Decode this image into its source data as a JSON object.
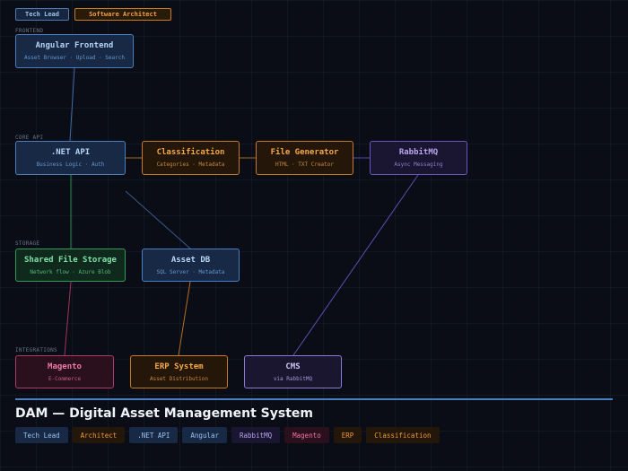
{
  "roles": [
    "Tech Lead",
    "Software Architect"
  ],
  "sections": {
    "frontend": "FRONTEND",
    "core_api": "CORE API",
    "storage": "STORAGE",
    "integrations": "INTEGRATIONS"
  },
  "nodes": {
    "angular": {
      "title": "Angular Frontend",
      "sub": "Asset Browser · Upload · Search"
    },
    "netapi": {
      "title": ".NET API",
      "sub": "Business Logic · Auth"
    },
    "classification": {
      "title": "Classification",
      "sub": "Categories · Metadata"
    },
    "filegen": {
      "title": "File Generator",
      "sub": "HTML · TXT Creator"
    },
    "rabbitmq": {
      "title": "RabbitMQ",
      "sub": "Async Messaging"
    },
    "filestorage": {
      "title": "Shared File Storage",
      "sub": "Network flow · Azure Blob"
    },
    "assetdb": {
      "title": "Asset DB",
      "sub": "SQL Server · Metadata"
    },
    "magento": {
      "title": "Magento",
      "sub": "E-Commerce"
    },
    "erp": {
      "title": "ERP System",
      "sub": "Asset Distribution"
    },
    "cms": {
      "title": "CMS",
      "sub": "via RabbitMQ"
    }
  },
  "colors": {
    "blue": "#4a7cc0",
    "orange": "#c47a24",
    "purple": "#6a54c0",
    "green": "#2f9a5a",
    "pink": "#b03a66",
    "background": "#0a0d16"
  },
  "title": "DAM — Digital Asset Management System",
  "tags": [
    "Tech Lead",
    "Architect",
    ".NET API",
    "Angular",
    "RabbitMQ",
    "Magento",
    "ERP",
    "Classification"
  ]
}
